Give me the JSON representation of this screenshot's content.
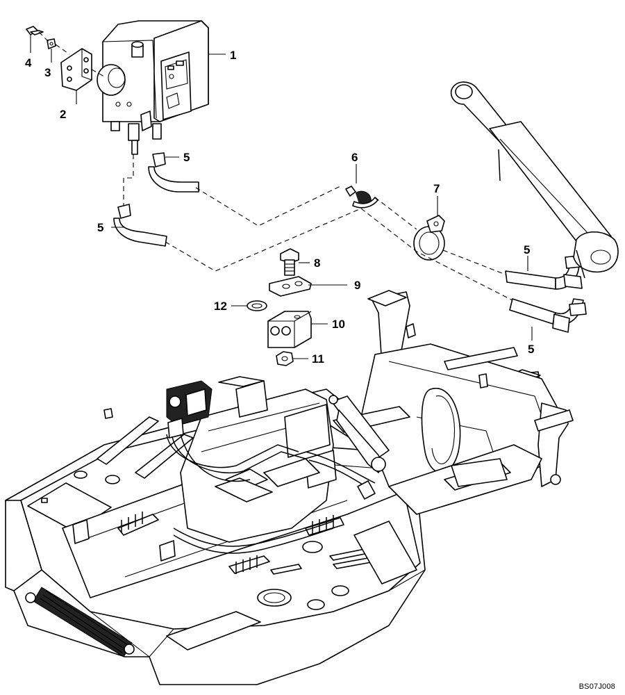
{
  "diagram": {
    "drawing_code": "BS07J008",
    "callouts": [
      {
        "id": "callout-1",
        "label": "1"
      },
      {
        "id": "callout-2",
        "label": "2"
      },
      {
        "id": "callout-3",
        "label": "3"
      },
      {
        "id": "callout-4",
        "label": "4"
      },
      {
        "id": "callout-5a",
        "label": "5"
      },
      {
        "id": "callout-5b",
        "label": "5"
      },
      {
        "id": "callout-5c",
        "label": "5"
      },
      {
        "id": "callout-5d",
        "label": "5"
      },
      {
        "id": "callout-6",
        "label": "6"
      },
      {
        "id": "callout-7",
        "label": "7"
      },
      {
        "id": "callout-8",
        "label": "8"
      },
      {
        "id": "callout-9",
        "label": "9"
      },
      {
        "id": "callout-10",
        "label": "10"
      },
      {
        "id": "callout-11",
        "label": "11"
      },
      {
        "id": "callout-12",
        "label": "12"
      }
    ]
  }
}
